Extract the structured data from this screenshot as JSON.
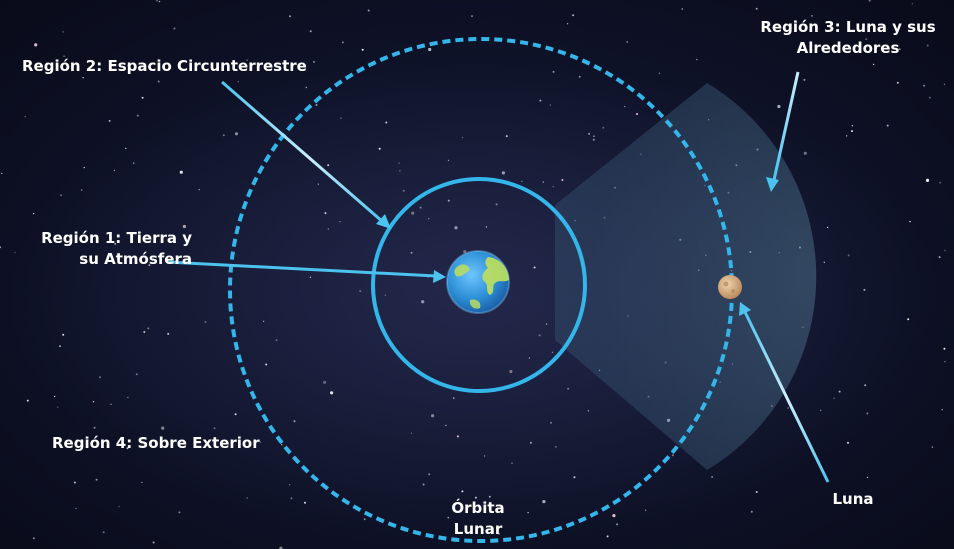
{
  "labels": {
    "region1_line1": "Región 1: Tierra y",
    "region1_line2": "su Atmósfera",
    "region2": "Región 2: Espacio Circunterrestre",
    "region3_line1": "Región 3: Luna y sus",
    "region3_line2": "Alrededores",
    "region4": "Región 4: Sobre Exterior",
    "moon": "Luna",
    "orbit_line1": "Órbita",
    "orbit_line2": "Lunar"
  },
  "colors": {
    "orbit_ring": "#34b6ea",
    "arrow": "#4cc3ef",
    "cone": "#5a7f95",
    "earth_ocean": "#2d8fd6",
    "earth_land": "#b9dc62",
    "moon": "#d3b08a",
    "background": "#0d1128"
  },
  "icons": {
    "earth": "earth-icon",
    "moon": "moon-icon"
  }
}
